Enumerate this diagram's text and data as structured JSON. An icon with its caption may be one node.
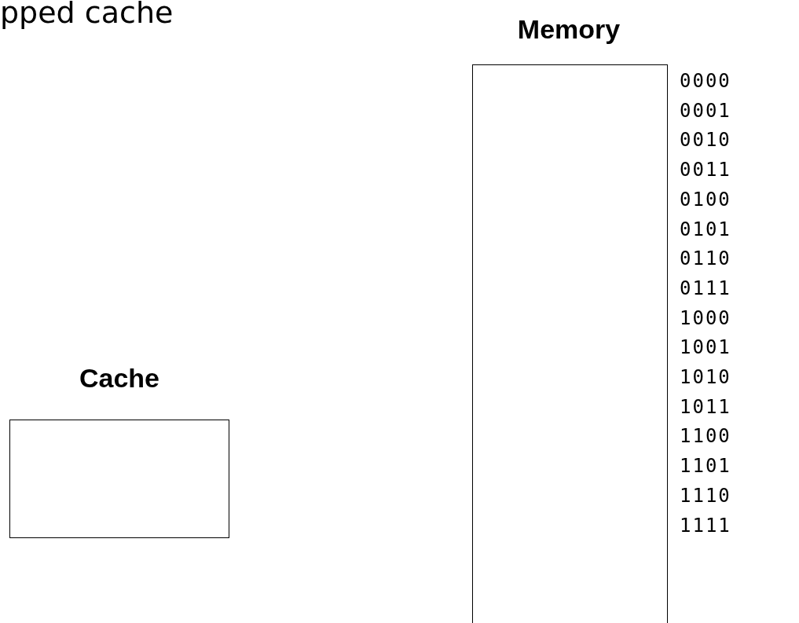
{
  "diagram": {
    "title": "pped cache",
    "nodes": [
      {
        "text": [
          "Cache"
        ]
      },
      {
        "text": [
          "Memory"
        ],
        "beside": [
          "0000",
          "0001",
          "0010",
          "0011",
          "0100",
          "0101",
          "0110",
          "0111",
          "1000",
          "1001",
          "1010",
          "1011",
          "1100",
          "1101",
          "1110",
          "1111"
        ]
      }
    ]
  }
}
